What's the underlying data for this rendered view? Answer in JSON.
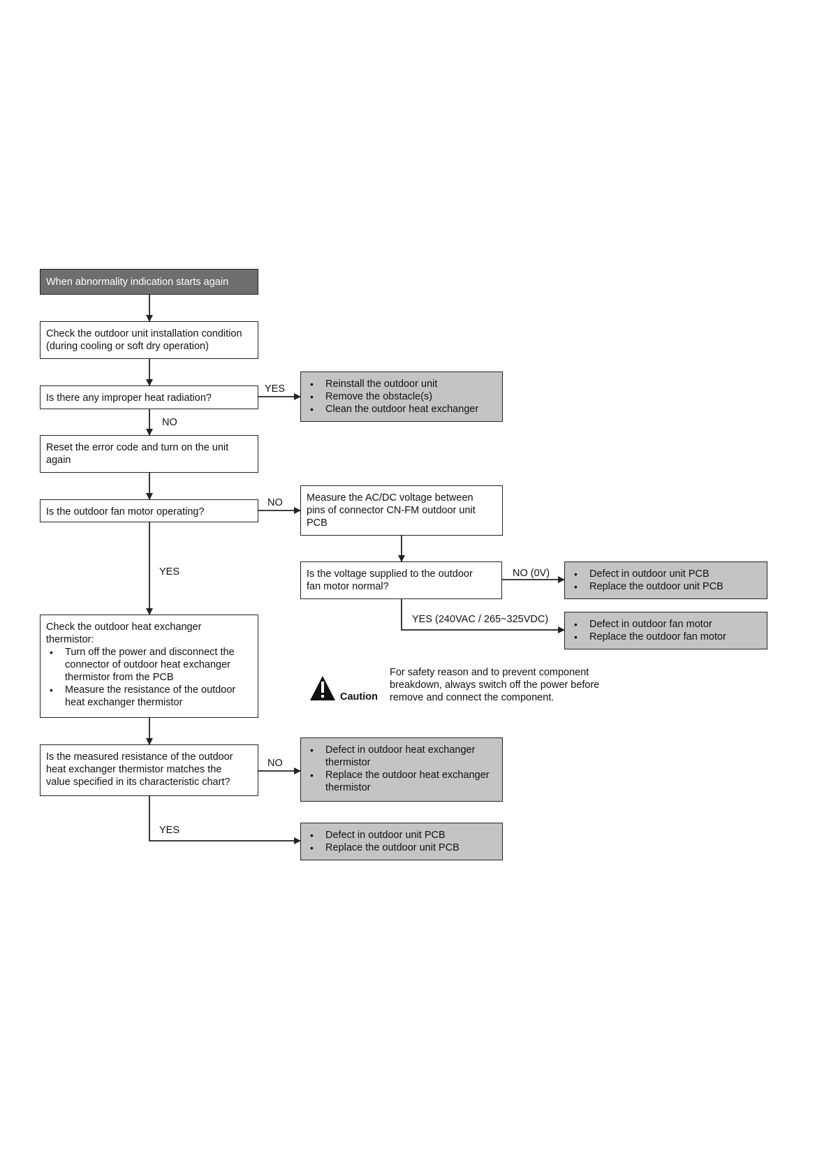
{
  "start": {
    "text": "When abnormality indication starts again"
  },
  "check_install": {
    "lines": [
      "Check the outdoor unit installation condition",
      "(during cooling or soft dry operation)"
    ]
  },
  "q_radiation": {
    "text": "Is there any improper heat radiation?"
  },
  "a_radiation": {
    "items": [
      "Reinstall the outdoor unit",
      "Remove the obstacle(s)",
      "Clean the outdoor heat exchanger"
    ]
  },
  "reset": {
    "lines": [
      "Reset the error code and turn on the unit",
      "again"
    ]
  },
  "q_fan": {
    "text": "Is the outdoor fan motor operating?"
  },
  "measure": {
    "lines": [
      "Measure the AC/DC voltage between",
      "pins of connector CN-FM outdoor unit",
      "PCB"
    ]
  },
  "q_voltage": {
    "lines": [
      "Is the voltage supplied to the outdoor",
      "fan motor normal?"
    ]
  },
  "a_pcb_1": {
    "items": [
      "Defect in outdoor unit PCB",
      "Replace the outdoor unit PCB"
    ]
  },
  "a_fan_motor": {
    "items": [
      "Defect in outdoor fan motor",
      "Replace the outdoor fan motor"
    ]
  },
  "check_thermistor": {
    "title_lines": [
      "Check the outdoor heat exchanger",
      "thermistor:"
    ],
    "items": [
      [
        "Turn off the power and disconnect the",
        "connector of outdoor heat exchanger",
        "thermistor from the PCB"
      ],
      [
        "Measure the resistance of the outdoor",
        "heat exchanger thermistor"
      ]
    ]
  },
  "caution": {
    "label": "Caution",
    "lines": [
      "For safety reason and to prevent component",
      "breakdown, always switch off the power before",
      "remove and connect the component."
    ]
  },
  "q_resistance": {
    "lines": [
      "Is the measured resistance of the outdoor",
      "heat exchanger thermistor matches the",
      "value specified in its characteristic chart?"
    ]
  },
  "a_thermistor": {
    "items": [
      [
        "Defect in outdoor heat exchanger",
        "thermistor"
      ],
      [
        "Replace the outdoor heat exchanger",
        "thermistor"
      ]
    ]
  },
  "a_pcb_2": {
    "items": [
      "Defect in outdoor unit PCB",
      "Replace the outdoor unit PCB"
    ]
  },
  "labels": {
    "yes_radiation": "YES",
    "no_radiation": "NO",
    "no_fan": "NO",
    "yes_fan": "YES",
    "no_voltage": "NO (0V)",
    "yes_voltage": "YES (240VAC / 265~325VDC)",
    "no_resistance": "NO",
    "yes_resistance": "YES"
  },
  "colors": {
    "start_fill": "#6e6e6e",
    "result_fill": "#c4c4c4",
    "line": "#222222"
  }
}
